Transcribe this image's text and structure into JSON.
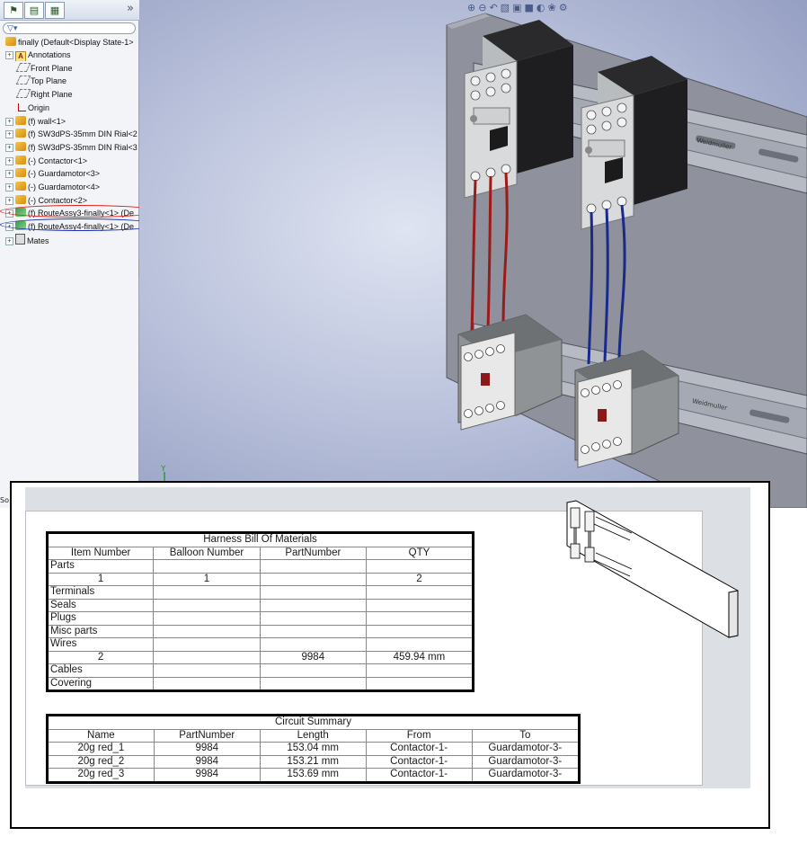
{
  "feature_tree": {
    "filter_label": "▽▾",
    "expand_chevron": "»",
    "root": "finally  (Default<Display State-1>",
    "items": [
      {
        "label": "Annotations",
        "icon": "annotations-icon",
        "expandable": true
      },
      {
        "label": "Front Plane",
        "icon": "plane-icon",
        "expandable": false
      },
      {
        "label": "Top Plane",
        "icon": "plane-icon",
        "expandable": false
      },
      {
        "label": "Right Plane",
        "icon": "plane-icon",
        "expandable": false
      },
      {
        "label": "Origin",
        "icon": "origin-icon",
        "expandable": false
      },
      {
        "label": "(f) wall<1>",
        "icon": "part-icon",
        "expandable": true
      },
      {
        "label": "(f) SW3dPS-35mm DIN Rial<2",
        "icon": "part-icon",
        "expandable": true
      },
      {
        "label": "(f) SW3dPS-35mm DIN Rial<3",
        "icon": "part-icon",
        "expandable": true
      },
      {
        "label": "(-) Contactor<1>",
        "icon": "part-icon",
        "expandable": true
      },
      {
        "label": "(-) Guardamotor<3>",
        "icon": "part-icon",
        "expandable": true
      },
      {
        "label": "(-) Guardamotor<4>",
        "icon": "part-icon",
        "expandable": true
      },
      {
        "label": "(-) Contactor<2>",
        "icon": "part-icon",
        "expandable": true
      },
      {
        "label": "(f) RouteAssy3-finally<1> (De",
        "icon": "route-icon",
        "expandable": true,
        "highlight": "#e0211c"
      },
      {
        "label": "(f) RouteAssy4-finally<1> (De",
        "icon": "route-icon",
        "expandable": true,
        "highlight": "#1f2fb8"
      },
      {
        "label": "Mates",
        "icon": "mates-icon",
        "expandable": true
      }
    ],
    "status_snippet": "So"
  },
  "viewport": {
    "toolbar_icons": [
      "zoom-fit-icon",
      "zoom-area-icon",
      "previous-view-icon",
      "section-view-icon",
      "view-orientation-icon",
      "display-style-icon",
      "hide-show-icon",
      "scenes-icon",
      "view-settings-icon"
    ],
    "axis_label": "Y",
    "din_rail_brand": "Weidmuller",
    "colors": {
      "red_wire": "#9b1b1b",
      "blue_wire": "#1a2a8a",
      "wall": "#8c8e99",
      "rail": "#b8bcc4"
    }
  },
  "drawing_window": {
    "toolbar_icons": [
      "zoom-fit-icon",
      "zoom-area-icon",
      "previous-view-icon",
      "rebuild-icon",
      "view-orientation-icon",
      "display-style-icon",
      "hide-show-icon"
    ]
  },
  "harness_bom": {
    "title": "Harness Bill Of Materials",
    "columns": [
      "Item Number",
      "Balloon Number",
      "PartNumber",
      "QTY"
    ],
    "rows": [
      {
        "type": "section",
        "cells": [
          "Parts",
          "",
          "",
          ""
        ]
      },
      {
        "type": "data",
        "cells": [
          "1",
          "1",
          "",
          "2"
        ]
      },
      {
        "type": "section",
        "cells": [
          "Terminals",
          "",
          "",
          ""
        ]
      },
      {
        "type": "section",
        "cells": [
          "Seals",
          "",
          "",
          ""
        ]
      },
      {
        "type": "section",
        "cells": [
          "Plugs",
          "",
          "",
          ""
        ]
      },
      {
        "type": "section",
        "cells": [
          "Misc parts",
          "",
          "",
          ""
        ]
      },
      {
        "type": "section",
        "cells": [
          "Wires",
          "",
          "",
          ""
        ]
      },
      {
        "type": "data",
        "cells": [
          "2",
          "",
          "9984",
          "459.94 mm"
        ]
      },
      {
        "type": "section",
        "cells": [
          "Cables",
          "",
          "",
          ""
        ]
      },
      {
        "type": "section",
        "cells": [
          "Covering",
          "",
          "",
          ""
        ]
      }
    ]
  },
  "circuit_summary": {
    "title": "Circuit Summary",
    "columns": [
      "Name",
      "PartNumber",
      "Length",
      "From",
      "To"
    ],
    "rows": [
      [
        "20g red_1",
        "9984",
        "153.04 mm",
        "Contactor-1-",
        "Guardamotor-3-"
      ],
      [
        "20g red_2",
        "9984",
        "153.21 mm",
        "Contactor-1-",
        "Guardamotor-3-"
      ],
      [
        "20g red_3",
        "9984",
        "153.69 mm",
        "Contactor-1-",
        "Guardamotor-3-"
      ]
    ]
  }
}
